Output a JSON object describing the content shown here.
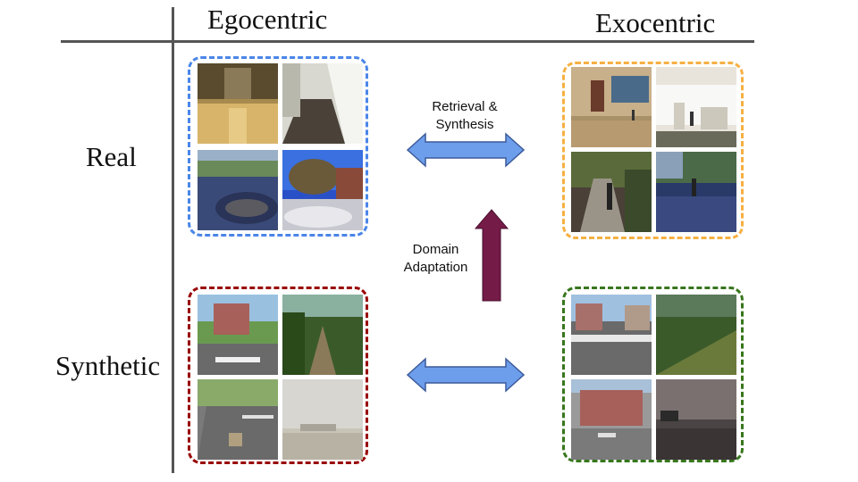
{
  "columns": {
    "egocentric": "Egocentric",
    "exocentric": "Exocentric"
  },
  "rows": {
    "real": "Real",
    "synthetic": "Synthetic"
  },
  "arrows": {
    "top_horizontal": {
      "line1": "Retrieval &",
      "line2": "Synthesis"
    },
    "vertical": {
      "line1": "Domain",
      "line2": "Adaptation"
    },
    "bottom_horizontal": {}
  },
  "colors": {
    "ego_real_border": "#4a86e8",
    "exo_real_border": "#f6b042",
    "ego_synthetic_border": "#990000",
    "exo_synthetic_border": "#38761d",
    "horizontal_arrow_fill": "#6d9eeb",
    "horizontal_arrow_stroke": "#3c5a99",
    "vertical_arrow_fill": "#741b47",
    "axis_lines": "#555555"
  },
  "groups": [
    {
      "id": "ego-real",
      "images": [
        "hallway-floor-photo",
        "corridor-photo",
        "plaza-pavement-photo",
        "tree-plaza-photo"
      ]
    },
    {
      "id": "exo-real",
      "images": [
        "hall-mural-photo",
        "lobby-person-photo",
        "garden-path-person-photo",
        "plaza-person-photo"
      ]
    },
    {
      "id": "ego-synthetic",
      "images": [
        "synthetic-street-photo",
        "synthetic-forest-path-photo",
        "synthetic-road-photo",
        "synthetic-foggy-field-photo"
      ]
    },
    {
      "id": "exo-synthetic",
      "images": [
        "synthetic-crossing-photo",
        "synthetic-hillside-photo",
        "synthetic-building-photo",
        "synthetic-dark-field-photo"
      ]
    }
  ]
}
